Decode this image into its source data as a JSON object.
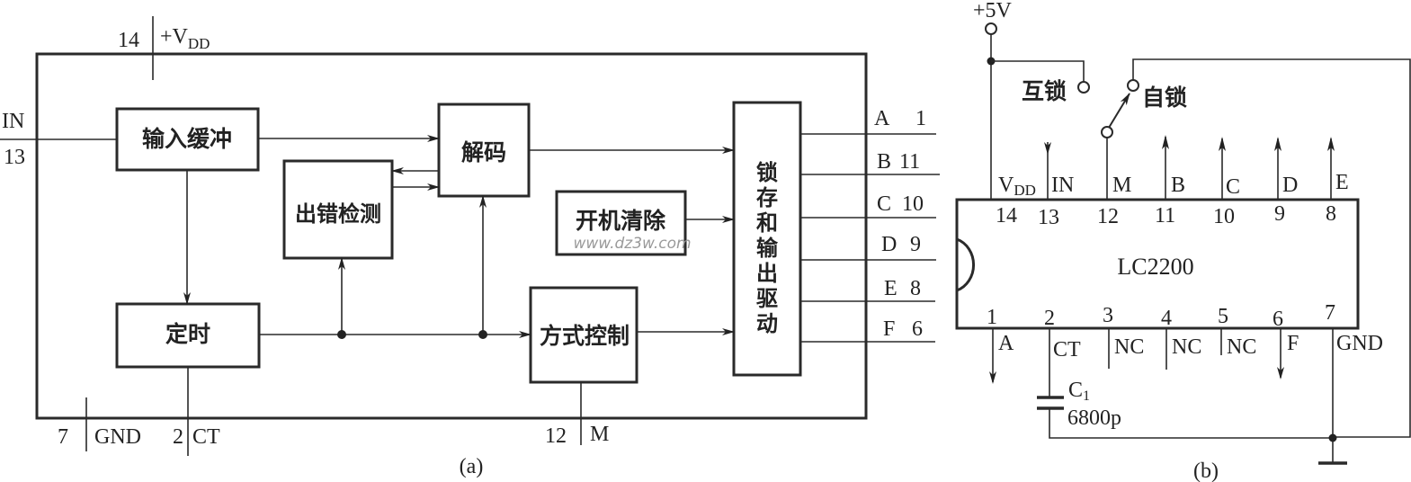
{
  "diagram_a": {
    "caption": "(a)",
    "blocks": {
      "input_buffer": "输入缓冲",
      "error_detect": "出错检测",
      "decode": "解码",
      "timing": "定时",
      "power_on_clear": "开机清除",
      "mode_control": "方式控制",
      "latch_output_driver": [
        "锁",
        "存",
        "和",
        "输",
        "出",
        "驱",
        "动"
      ]
    },
    "pins": {
      "vdd": {
        "num": "14",
        "label": "+V",
        "sub": "DD"
      },
      "in": {
        "num": "13",
        "label": "IN"
      },
      "gnd": {
        "num": "7",
        "label": "GND"
      },
      "ct": {
        "num": "2",
        "label": "CT"
      },
      "m": {
        "num": "12",
        "label": "M"
      }
    },
    "outputs": [
      {
        "label": "A",
        "num": "1"
      },
      {
        "label": "B",
        "num": "11"
      },
      {
        "label": "C",
        "num": "10"
      },
      {
        "label": "D",
        "num": "9"
      },
      {
        "label": "E",
        "num": "8"
      },
      {
        "label": "F",
        "num": "6"
      }
    ],
    "watermark": "www.dz3w.com"
  },
  "diagram_b": {
    "caption": "(b)",
    "chip": "LC2200",
    "supply": "+5V",
    "switch": {
      "interlock": "互锁",
      "selflock": "自锁"
    },
    "top_pins": [
      {
        "num": "14",
        "label": "V",
        "sub": "DD"
      },
      {
        "num": "13",
        "label": "IN"
      },
      {
        "num": "12",
        "label": "M"
      },
      {
        "num": "11",
        "label": "B"
      },
      {
        "num": "10",
        "label": "C"
      },
      {
        "num": "9",
        "label": "D"
      },
      {
        "num": "8",
        "label": "E"
      }
    ],
    "bottom_pins": [
      {
        "num": "1",
        "label": "A"
      },
      {
        "num": "2",
        "label": "CT"
      },
      {
        "num": "3",
        "label": "NC"
      },
      {
        "num": "4",
        "label": "NC"
      },
      {
        "num": "5",
        "label": "NC"
      },
      {
        "num": "6",
        "label": "F"
      },
      {
        "num": "7",
        "label": "GND"
      }
    ],
    "capacitor": {
      "name": "C",
      "sub": "1",
      "value": "6800p"
    }
  }
}
